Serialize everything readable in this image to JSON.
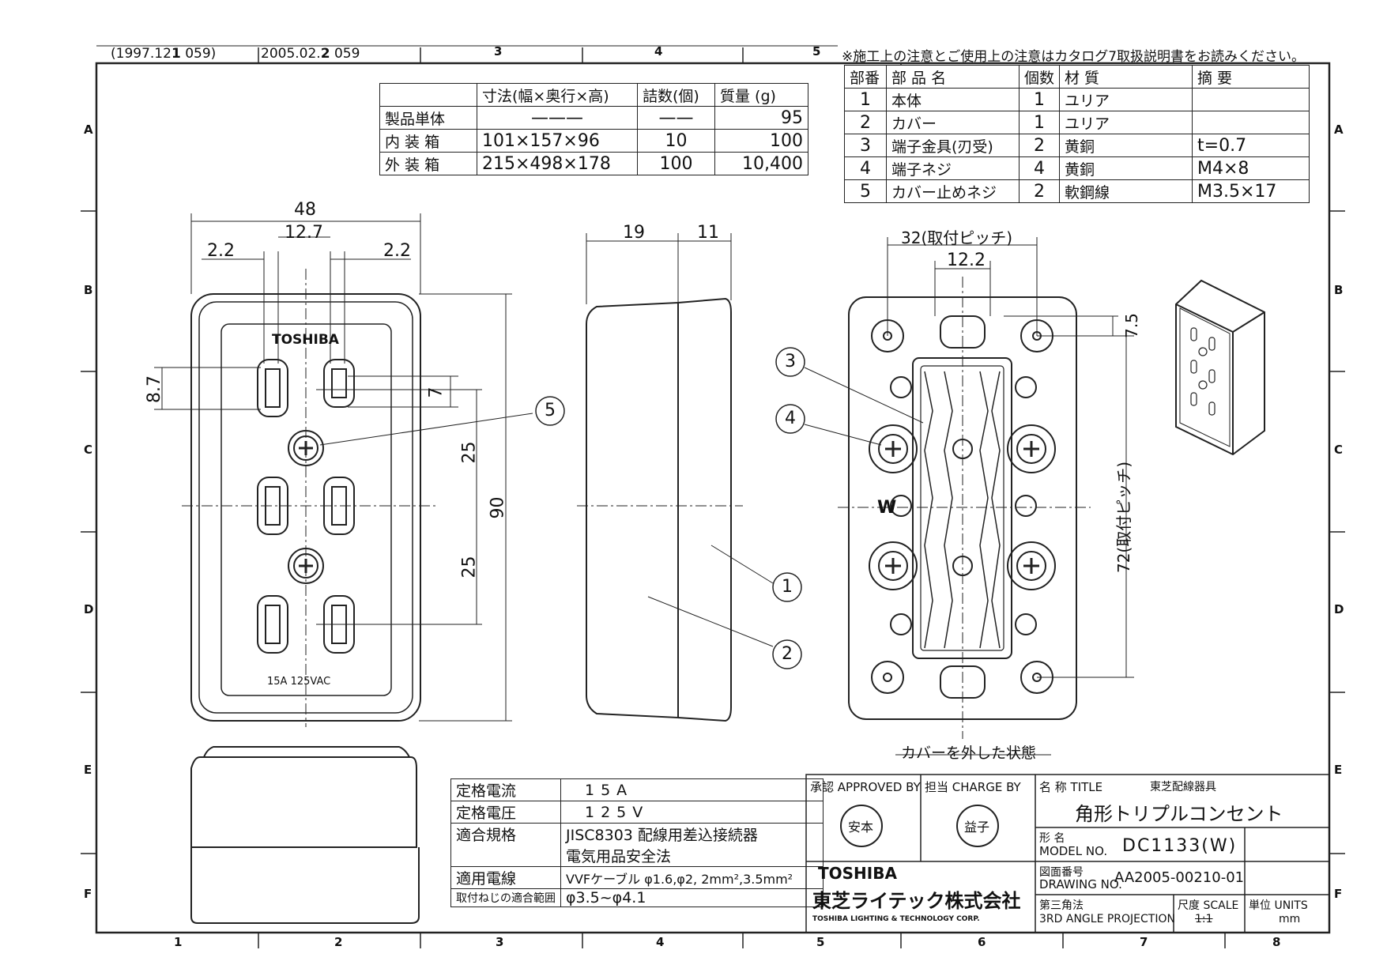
{
  "header": {
    "rev1": "(1997.12",
    "rev1_b": "1",
    "rev1_c": "059)",
    "rev2": "2005.02.",
    "rev2_b": "2",
    "rev2_c": "059",
    "notice": "※施工上の注意とご使用上の注意はカタログ7取扱説明書をお読みください。"
  },
  "col_markers": [
    "3",
    "4",
    "5",
    "1",
    "2",
    "3",
    "4",
    "5",
    "6",
    "7",
    "8"
  ],
  "row_markers": [
    "A",
    "B",
    "C",
    "D",
    "E",
    "F"
  ],
  "pack_table": {
    "headers": [
      "",
      "寸法(幅×奥行×高)",
      "詰数(個)",
      "質量 (g)"
    ],
    "rows": [
      [
        "製品単体",
        "———",
        "——",
        "95"
      ],
      [
        "内 装 箱",
        "101×157×96",
        "10",
        "100"
      ],
      [
        "外 装 箱",
        "215×498×178",
        "100",
        "10,400"
      ]
    ]
  },
  "parts_table": {
    "headers": [
      "部番",
      "部 品 名",
      "個数",
      "材 質",
      "摘 要"
    ],
    "rows": [
      [
        "1",
        "本体",
        "1",
        "ユリア",
        ""
      ],
      [
        "2",
        "カバー",
        "1",
        "ユリア",
        ""
      ],
      [
        "3",
        "端子金具(刃受)",
        "2",
        "黄銅",
        "t=0.7"
      ],
      [
        "4",
        "端子ネジ",
        "4",
        "黄銅",
        "M4×8"
      ],
      [
        "5",
        "カバー止めネジ",
        "2",
        "軟鋼線",
        "M3.5×17"
      ]
    ]
  },
  "front_view": {
    "brand": "TOSHIBA",
    "rating_mark": "15A 125VAC",
    "dims": {
      "w": "48",
      "pitch": "12.7",
      "left": "2.2",
      "right": "2.2",
      "slot_h": "8.7",
      "slot_h2": "7",
      "gap1": "25",
      "gap2": "25",
      "height": "90"
    },
    "callout": "5"
  },
  "side_view": {
    "dims": {
      "a": "19",
      "b": "11"
    },
    "callouts": [
      "1",
      "2"
    ]
  },
  "back_view": {
    "dims": {
      "pitch": "32(取付ピッチ)",
      "inner": "12.2",
      "top": "7.5",
      "vpitch": "72(取付ピッチ)"
    },
    "callouts": [
      "3",
      "4"
    ],
    "mark": "W",
    "caption": "カバーを外した状態"
  },
  "spec_table": {
    "rows": [
      [
        "定格電流",
        "15A"
      ],
      [
        "定格電圧",
        "125V"
      ],
      [
        "適合規格",
        "JISC8303 配線用差込接続器"
      ],
      [
        "",
        "電気用品安全法"
      ],
      [
        "適用電線",
        "VVFケーブル φ1.6,φ2, 2mm²,3.5mm²"
      ],
      [
        "取付ねじの適合範囲",
        "φ3.5~φ4.1"
      ]
    ]
  },
  "title_block": {
    "approved_label": "承認 APPROVED BY",
    "approved_stamp": "安本",
    "charge_label": "担当 CHARGE BY",
    "charge_stamp": "益子",
    "title_label": "名 称 TITLE",
    "category": "東芝配線器具",
    "title": "角形トリプルコンセント",
    "model_label_jp": "形 名",
    "model_label": "MODEL NO.",
    "model": "DC1133(W)",
    "drawing_label_jp": "図面番号",
    "drawing_label": "DRAWING NO.",
    "drawing": "AA2005-00210-01",
    "company_brand": "TOSHIBA",
    "company_jp": "東芝ライテック株式会社",
    "company_en": "TOSHIBA LIGHTING & TECHNOLOGY CORP.",
    "projection_jp": "第三角法",
    "projection": "3RD ANGLE PROJECTION",
    "scale_label": "尺度 SCALE",
    "scale": "1:1",
    "units_label": "単位 UNITS",
    "units": "mm"
  },
  "colors": {
    "line": "#222222",
    "paper": "#ffffff"
  }
}
